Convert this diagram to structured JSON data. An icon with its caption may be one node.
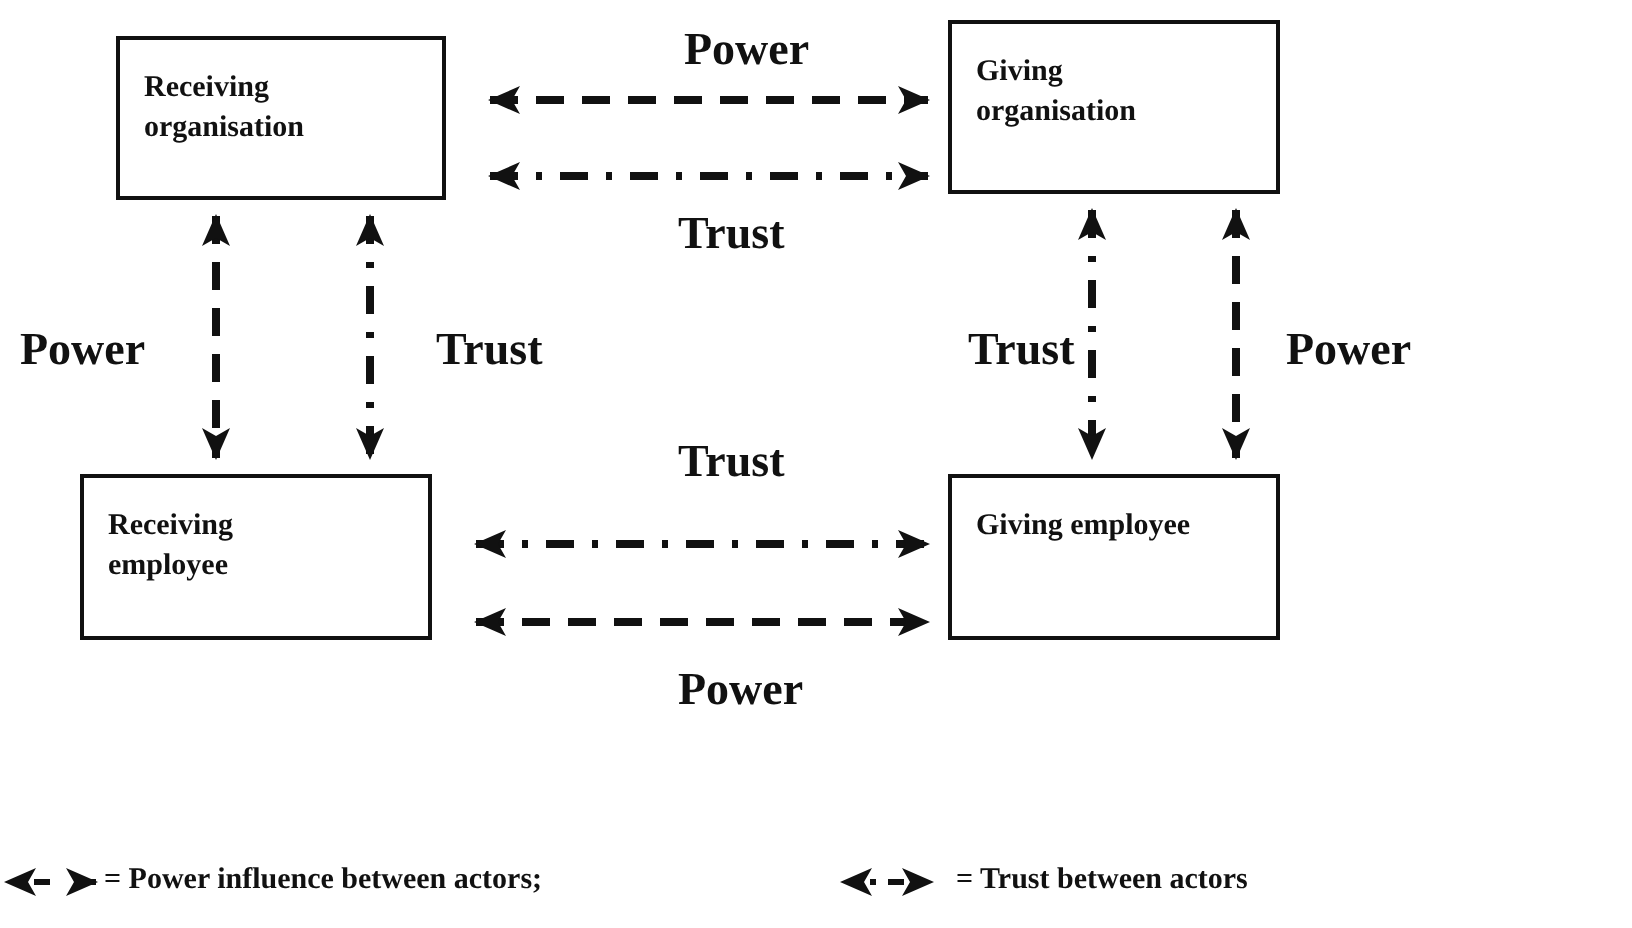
{
  "diagram": {
    "nodes": [
      {
        "text": [
          "Receiving organisation"
        ]
      },
      {
        "text": [
          "Giving organisation"
        ]
      },
      {
        "text": [
          "Receiving employee"
        ]
      },
      {
        "text": [
          "Giving employee"
        ]
      }
    ],
    "edges": [
      {
        "from": 0,
        "to": 1,
        "arrow": "both",
        "label": "Power",
        "style": "dashed"
      },
      {
        "from": 0,
        "to": 1,
        "arrow": "both",
        "label": "Trust",
        "style": "dashed"
      },
      {
        "from": 0,
        "to": 2,
        "arrow": "both",
        "label": "Power",
        "style": "dashed"
      },
      {
        "from": 0,
        "to": 2,
        "arrow": "both",
        "label": "Trust",
        "style": "dashed"
      },
      {
        "from": 1,
        "to": 3,
        "arrow": "both",
        "label": "Trust",
        "style": "dashed"
      },
      {
        "from": 1,
        "to": 3,
        "arrow": "both",
        "label": "Power",
        "style": "dashed"
      },
      {
        "from": 2,
        "to": 3,
        "arrow": "both",
        "label": "Trust",
        "style": "dashed"
      },
      {
        "from": 2,
        "to": 3,
        "arrow": "both",
        "label": "Power",
        "style": "dashed"
      }
    ],
    "legend": [
      {
        "text": "= Power influence between actors;"
      },
      {
        "text": "= Trust between actors"
      }
    ]
  }
}
